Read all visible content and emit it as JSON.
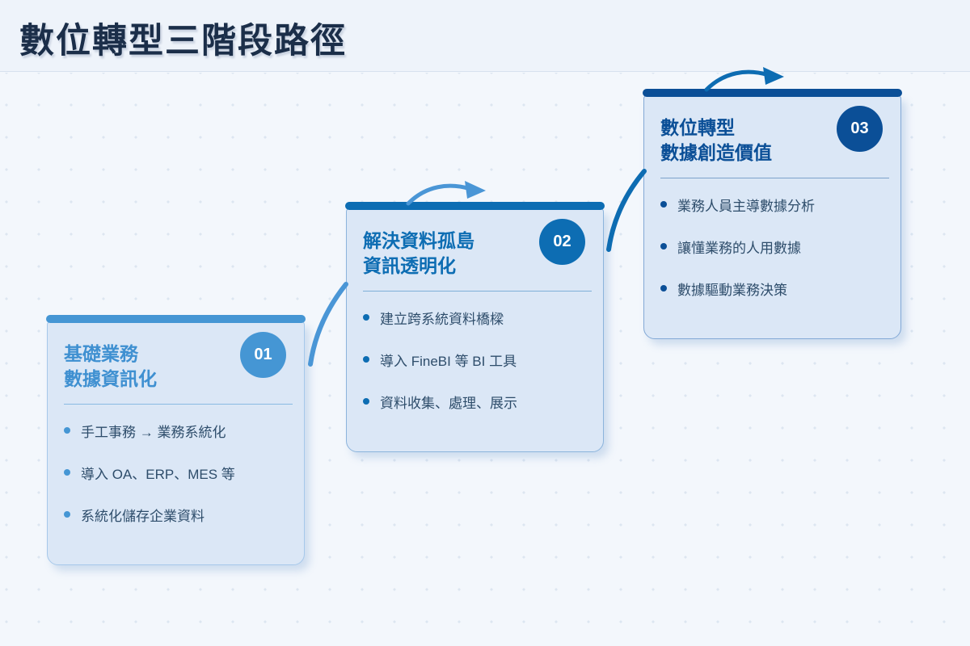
{
  "header": {
    "title": "數位轉型三階段路徑"
  },
  "colors": {
    "header_background": "#eef3fa",
    "page_background": "#f3f7fc",
    "header_title": "#1b2e49",
    "card_background": "#dbe7f6",
    "item_text": "#2e4d6b",
    "dot_pattern": "#dce6f1",
    "connector_light": "#4a96d6",
    "connector_dark": "#0d6cb2"
  },
  "stages": [
    {
      "number": "01",
      "title_line1": "基礎業務",
      "title_line2": "數據資訊化",
      "accent": "#4596d4",
      "items": [
        "手工事務 → 業務系統化",
        "導入 OA、ERP、MES 等",
        "系統化儲存企業資料"
      ]
    },
    {
      "number": "02",
      "title_line1": "解決資料孤島",
      "title_line2": "資訊透明化",
      "accent": "#0d6db3",
      "items": [
        "建立跨系統資料橋樑",
        "導入 FineBI 等 BI 工具",
        "資料收集、處理、展示"
      ]
    },
    {
      "number": "03",
      "title_line1": "數位轉型",
      "title_line2": "數據創造價值",
      "accent": "#0b4f97",
      "items": [
        "業務人員主導數據分析",
        "讓懂業務的人用數據",
        "數據驅動業務決策"
      ]
    }
  ]
}
